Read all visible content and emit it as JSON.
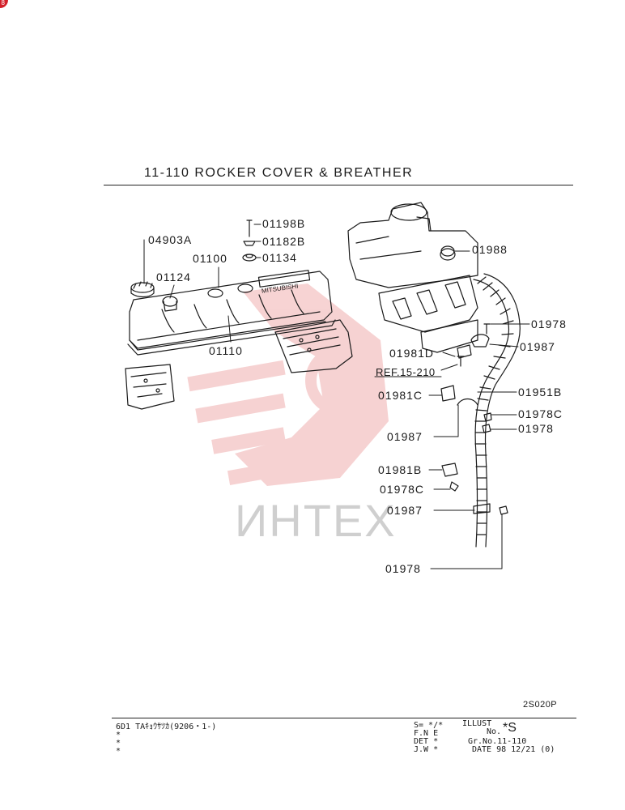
{
  "corner_badge": "8",
  "title": "11-110  ROCKER COVER & BREATHER",
  "watermark": "ИНТЕХ",
  "parts": {
    "p01198B": "01198B",
    "p04903A": "04903A",
    "p01182B": "01182B",
    "p01100": "01100",
    "p01134": "01134",
    "p01124": "01124",
    "p01988": "01988",
    "p01110": "01110",
    "p01978_a": "01978",
    "p01987_a": "01987",
    "p01981D": "01981D",
    "ref": "REF.15-210",
    "p01981C": "01981C",
    "p01951B": "01951B",
    "p01978C_a": "01978C",
    "p01978_b": "01978",
    "p01987_b": "01987",
    "p01981B": "01981B",
    "p01978C_b": "01978C",
    "p01987_c": "01987",
    "p01978_c": "01978"
  },
  "drawing_code": "2S020P",
  "footer": {
    "model": "6D1  TAｷｮｳｻﾂｶ(9206・1-)",
    "star1": "*",
    "star2": "*",
    "star3": "*",
    "s_line": "S= */*",
    "fne": "F.N E",
    "det": "DET *",
    "jw": "J.W *",
    "illust": "ILLUST",
    "no": "No.",
    "illust_no": "*S",
    "gr_no": "Gr.No.11-110",
    "date": "DATE  98 12/21  (0)"
  },
  "colors": {
    "line": "#1a1a1a",
    "watermark_red": "#f2b8b8",
    "badge": "#d4202a"
  }
}
